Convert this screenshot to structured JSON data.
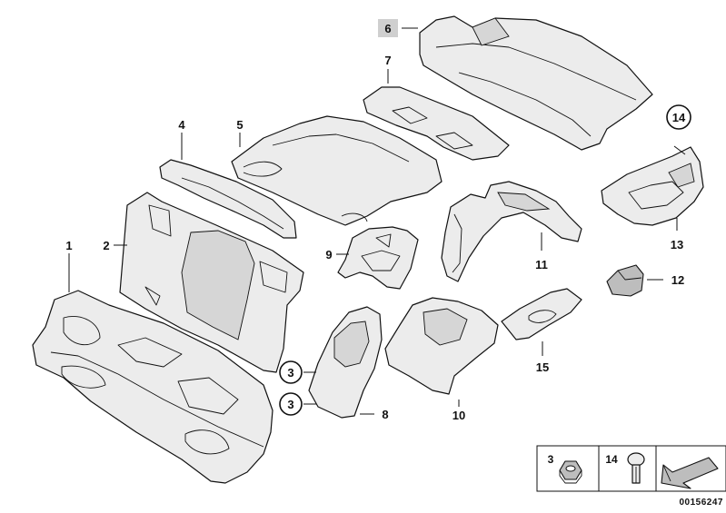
{
  "callouts": {
    "c1": "1",
    "c2": "2",
    "c3a": "3",
    "c3b": "3",
    "c4": "4",
    "c5": "5",
    "c6": "6",
    "c7": "7",
    "c8": "8",
    "c9": "9",
    "c10": "10",
    "c11": "11",
    "c12": "12",
    "c13": "13",
    "c14": "14",
    "c15": "15"
  },
  "legend": {
    "item_a": "3",
    "item_b": "14"
  },
  "document_number": "00156247",
  "colors": {
    "line": "#111111",
    "fill": "#ececec",
    "highlight": "#cfcfcf"
  }
}
